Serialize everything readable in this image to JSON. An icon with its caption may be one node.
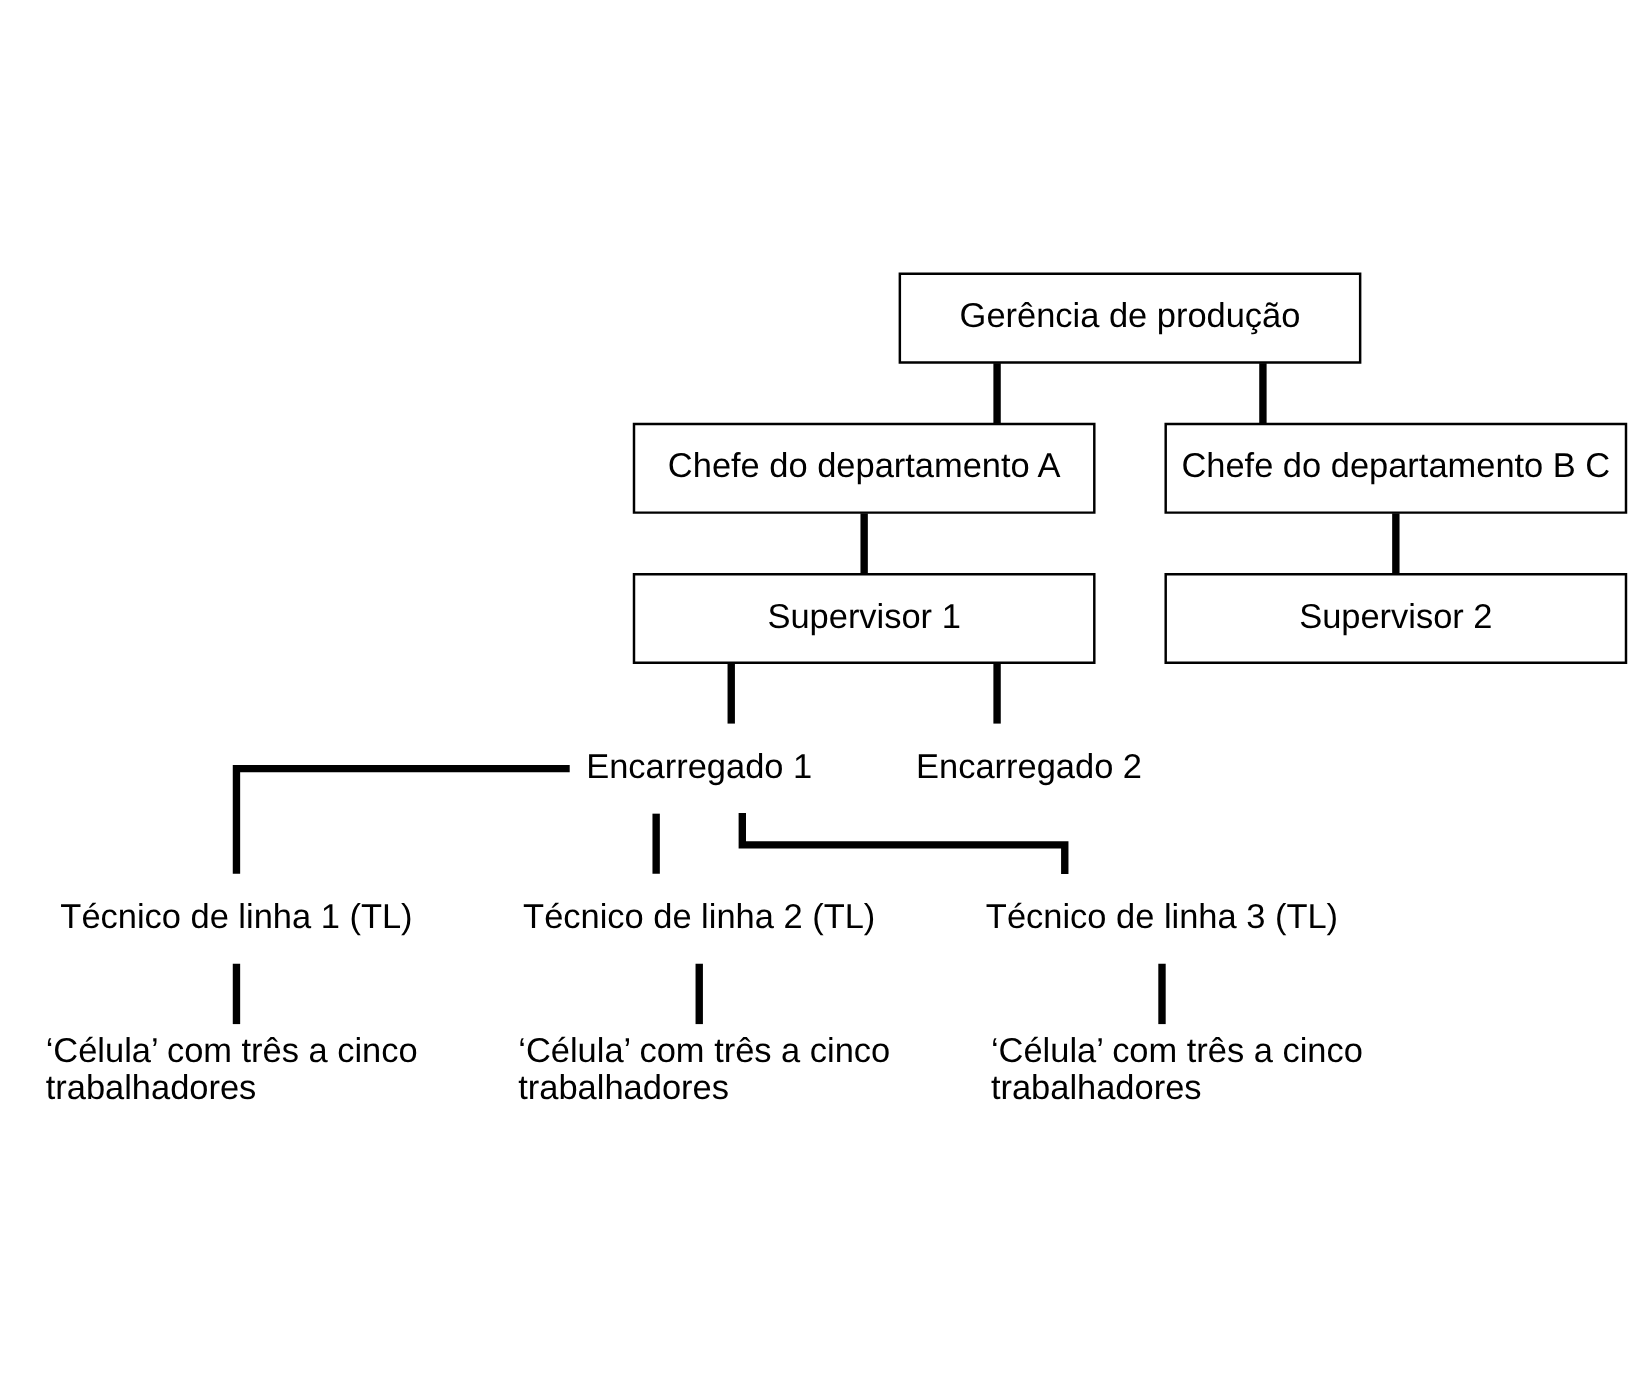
{
  "diagram": {
    "nodes": [
      {
        "text": [
          "Gerência de produção"
        ]
      },
      {
        "text": [
          "Chefe do departamento A"
        ]
      },
      {
        "text": [
          "Chefe do departamento B C"
        ]
      },
      {
        "text": [
          "Supervisor 1"
        ]
      },
      {
        "text": [
          "Supervisor 2"
        ]
      },
      {
        "text": [
          "Encarregado 1"
        ]
      },
      {
        "text": [
          "Encarregado 2"
        ]
      },
      {
        "text": [
          "Técnico de linha 1 (TL)"
        ]
      },
      {
        "text": [
          "‘Célula’ com três a cinco trabalhadores"
        ]
      },
      {
        "text": [
          "Técnico de linha 2 (TL)"
        ]
      },
      {
        "text": [
          "‘Célula’ com três a cinco trabalhadores"
        ]
      },
      {
        "text": [
          "Técnico de linha 3 (TL)"
        ]
      },
      {
        "text": [
          "‘Célula’ com três a cinco trabalhadores"
        ]
      }
    ],
    "edges": [
      {
        "from": 0,
        "to": 1,
        "arrow": "none"
      },
      {
        "from": 0,
        "to": 2,
        "arrow": "none"
      },
      {
        "from": 1,
        "to": 3,
        "arrow": "none"
      },
      {
        "from": 2,
        "to": 4,
        "arrow": "none"
      },
      {
        "from": 3,
        "to": 5,
        "arrow": "none"
      },
      {
        "from": 3,
        "to": 6,
        "arrow": "none"
      },
      {
        "from": 5,
        "to": 7,
        "arrow": "none"
      },
      {
        "from": 5,
        "to": 9,
        "arrow": "none"
      },
      {
        "from": 5,
        "to": 11,
        "arrow": "none"
      },
      {
        "from": 7,
        "to": 8,
        "arrow": "none"
      },
      {
        "from": 9,
        "to": 10,
        "arrow": "none"
      },
      {
        "from": 11,
        "to": 12,
        "arrow": "none"
      }
    ]
  }
}
